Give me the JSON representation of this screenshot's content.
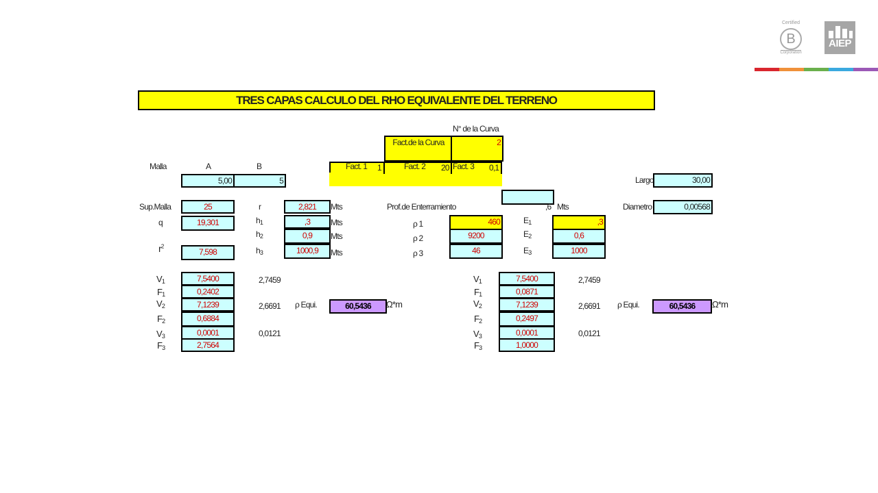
{
  "branding": {
    "bcorp_top": "Certified",
    "bcorp_letter": "B",
    "bcorp_bottom": "Corporation",
    "aiep_logo": "AIEP",
    "stripe_colors": [
      "#d9262e",
      "#f0913a",
      "#6ab04c",
      "#3ba9df",
      "#9b59b6"
    ]
  },
  "title": "TRES CAPAS CALCULO DEL RHO EQUIVALENTE DEL TERRENO",
  "curva": {
    "numero_label": "N° de la Curva",
    "fact_curva_label": "Fact.de la Curva",
    "fact_curva_value": "2",
    "fact1_label": "Fact. 1",
    "fact1_value": "1",
    "fact2_label": "Fact. 2",
    "fact2_value": "20",
    "fact3_label": "Fact. 3",
    "fact3_value": "0,1"
  },
  "malla": {
    "label": "Malla",
    "a_label": "A",
    "b_label": "B",
    "a_value": "5,00",
    "b_value": "5",
    "largo_label": "Largo",
    "largo_value": "30,00",
    "sup_label": "Sup.Malla",
    "sup_value": "25",
    "r_label": "r",
    "r_value": "2,821",
    "r_unit": "Mts",
    "prof_label": "Prof.de Enterramiento",
    "prof_value": ",6",
    "prof_unit": "Mts",
    "diam_label": "Diametro",
    "diam_value": "0,00568",
    "q_label": "q",
    "q_value": "19,301",
    "r2_label": "r",
    "r2_sup": "2",
    "r2_value": "7,598"
  },
  "capas": {
    "h1_label": "h",
    "h1_sub": "1",
    "h1_value": ",3",
    "h1_unit": "Mts",
    "h2_label": "h",
    "h2_sub": "2",
    "h2_value": "0,9",
    "h2_unit": "Mts",
    "h3_label": "h",
    "h3_sub": "3",
    "h3_value": "1000,9",
    "h3_unit": "Mts",
    "rho1_label": "ρ 1",
    "rho1_value": "460",
    "rho2_label": "ρ 2",
    "rho2_value": "9200",
    "rho3_label": "ρ 3",
    "rho3_value": "46",
    "e1_label": "E",
    "e1_sub": "1",
    "e1_value": ",3",
    "e2_label": "E",
    "e2_sub": "2",
    "e2_value": "0,6",
    "e3_label": "E",
    "e3_sub": "3",
    "e3_value": "1000"
  },
  "left_calc": {
    "v1": "7,5400",
    "f1": "0,2402",
    "v2": "7,1239",
    "f2": "0,6884",
    "v3": "0,0001",
    "f3": "2,7564",
    "side1": "2,7459",
    "side2": "2,6691",
    "side3": "0,0121",
    "rho_equi_label": "ρ Equi.",
    "rho_equi_value": "60,5436",
    "unit": "Ω*m"
  },
  "right_calc": {
    "v1": "7,5400",
    "f1": "0,0871",
    "v2": "7,1239",
    "f2": "0,2497",
    "v3": "0,0001",
    "f3": "1,0000",
    "side1": "2,7459",
    "side2": "2,6691",
    "side3": "0,0121",
    "rho_equi_label": "ρ Equi.",
    "rho_equi_value": "60,5436",
    "unit": "Ω*m"
  },
  "symbols": {
    "v": "V",
    "f": "F",
    "s1": "1",
    "s2": "2",
    "s3": "3"
  }
}
